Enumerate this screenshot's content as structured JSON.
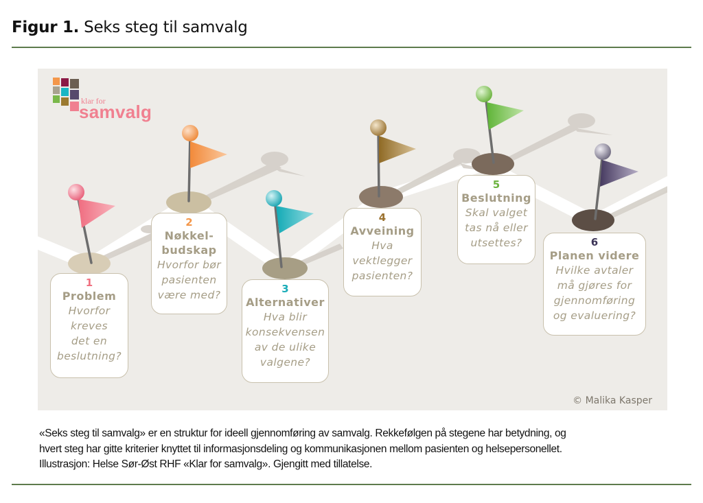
{
  "figure": {
    "label": "Figur 1.",
    "title": "Seks steg til samvalg"
  },
  "logo": {
    "small": "klar for",
    "big": "samvalg",
    "tile_colors": [
      "#f4974a",
      "#8a1a45",
      "#6b5e51",
      "#a8a290",
      "#1ab6c4",
      "#574a6c",
      "#7ab84a",
      "#9b7a30",
      "#f08090"
    ]
  },
  "steps": [
    {
      "number": "1",
      "title": "Problem",
      "question_lines": [
        "Hvorfor",
        "kreves",
        "det en",
        "beslutning?"
      ],
      "color": "#f07080"
    },
    {
      "number": "2",
      "title_lines": [
        "Nøkkel-",
        "budskap"
      ],
      "question_lines": [
        "Hvorfor bør",
        "pasienten",
        "være med?"
      ],
      "color": "#f4974a"
    },
    {
      "number": "3",
      "title": "Alternativer",
      "question_lines": [
        "Hva blir",
        "konsekvensen",
        "av de ulike",
        "valgene?"
      ],
      "color": "#1aacb8"
    },
    {
      "number": "4",
      "title": "Avveining",
      "question_lines": [
        "Hva",
        "vektlegger",
        "pasienten?"
      ],
      "color": "#9b7230"
    },
    {
      "number": "5",
      "title": "Beslutning",
      "question_lines": [
        "Skal valget",
        "tas nå eller",
        "utsettes?"
      ],
      "color": "#6cb33f"
    },
    {
      "number": "6",
      "title": "Planen videre",
      "question_lines": [
        "Hvilke avtaler",
        "må gjøres for",
        "gjennomføring",
        "og evaluering?"
      ],
      "color": "#3d3558"
    }
  ],
  "credit": "© Malika Kasper",
  "caption": {
    "lines": [
      "«Seks steg til samvalg» er en struktur for ideell gjennomføring av samvalg. Rekkefølgen på stegene har betydning, og",
      "hvert steg har gitte kriterier knyttet til informasjonsdeling og kommunikasjonen mellom pasienten og helsepersonellet.",
      "Illustrasjon: Helse Sør-Øst RHF «Klar for samvalg». Gjengitt med tillatelse."
    ]
  }
}
